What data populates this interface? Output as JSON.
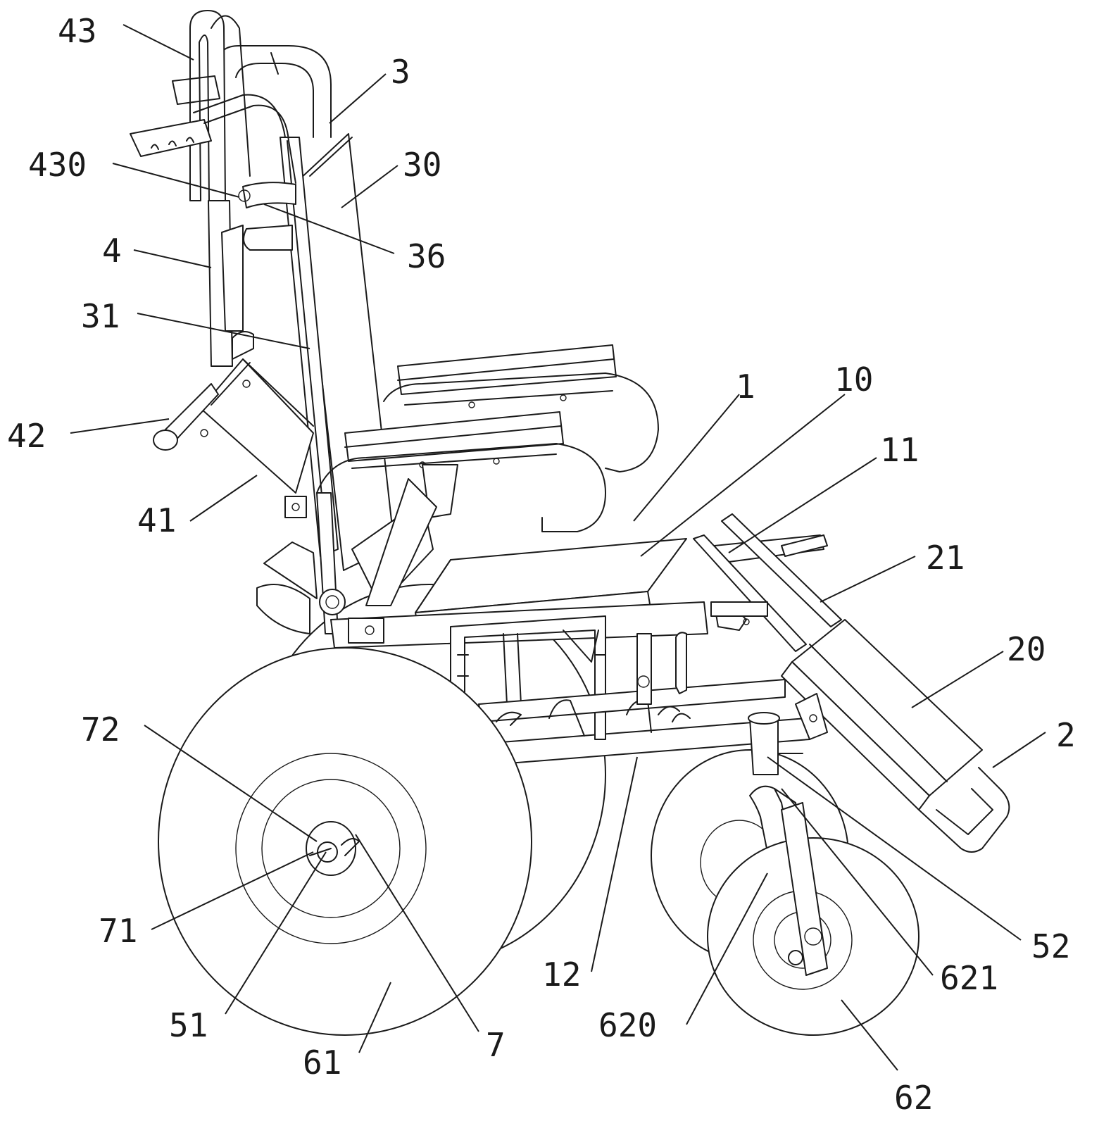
{
  "labels": {
    "l43": "43",
    "l3": "3",
    "l430": "430",
    "l30": "30",
    "l36": "36",
    "l4": "4",
    "l31": "31",
    "l42": "42",
    "l41": "41",
    "l1": "1",
    "l10": "10",
    "l11": "11",
    "l21": "21",
    "l20": "20",
    "l2": "2",
    "l72": "72",
    "l71": "71",
    "l51": "51",
    "l61": "61",
    "l7": "7",
    "l12": "12",
    "l620": "620",
    "l621": "621",
    "l52": "52",
    "l62": "62"
  }
}
